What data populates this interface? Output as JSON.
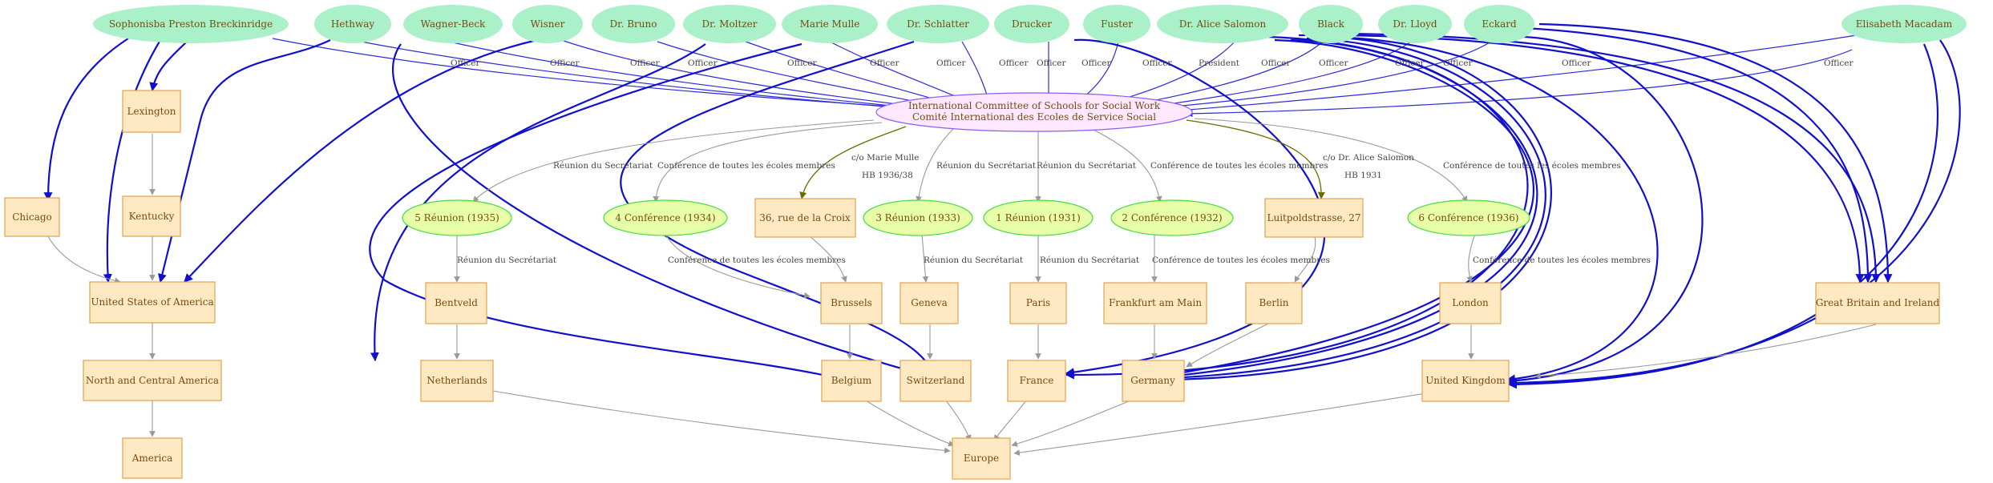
{
  "colors": {
    "person": "#aaf0c8",
    "event": "#e6ffa8",
    "place": "#ffe9c2",
    "org": "#fde8ff",
    "edge_officer": "#2a2ad8",
    "edge_place": "#999999",
    "edge_co": "#6b6b00"
  },
  "nodes": {
    "n_breck": {
      "label": "Sophonisba Preston Breckinridge",
      "kind": "person"
    },
    "n_hethway": {
      "label": "Hethway",
      "kind": "person"
    },
    "n_wagner": {
      "label": "Wagner-Beck",
      "kind": "person"
    },
    "n_wisner": {
      "label": "Wisner",
      "kind": "person"
    },
    "n_bruno": {
      "label": "Dr. Bruno",
      "kind": "person"
    },
    "n_moltzer": {
      "label": "Dr. Moltzer",
      "kind": "person"
    },
    "n_mulle": {
      "label": "Marie Mulle",
      "kind": "person"
    },
    "n_schlatter": {
      "label": "Dr. Schlatter",
      "kind": "person"
    },
    "n_drucker": {
      "label": "Drucker",
      "kind": "person"
    },
    "n_fuster": {
      "label": "Fuster",
      "kind": "person"
    },
    "n_salomon": {
      "label": "Dr. Alice Salomon",
      "kind": "person"
    },
    "n_black": {
      "label": "Black",
      "kind": "person"
    },
    "n_lloyd": {
      "label": "Dr. Lloyd",
      "kind": "person"
    },
    "n_eckard": {
      "label": "Eckard",
      "kind": "person"
    },
    "n_macadam": {
      "label": "Elisabeth Macadam",
      "kind": "person"
    },
    "n_icss": {
      "label": "International Committee of Schools for Social Work",
      "label2": "Comité International des Ecoles de Service Social",
      "kind": "org"
    },
    "n_chicago": {
      "label": "Chicago",
      "kind": "place"
    },
    "n_lexington": {
      "label": "Lexington",
      "kind": "place"
    },
    "n_kentucky": {
      "label": "Kentucky",
      "kind": "place"
    },
    "n_usa": {
      "label": "United States of America",
      "kind": "place"
    },
    "n_nca": {
      "label": "North and Central America",
      "kind": "place"
    },
    "n_america": {
      "label": "America",
      "kind": "place"
    },
    "n_r5": {
      "label": "5 Réunion (1935)",
      "kind": "event"
    },
    "n_c4": {
      "label": "4 Conférence (1934)",
      "kind": "event"
    },
    "n_croix": {
      "label": "36, rue de la Croix",
      "kind": "place"
    },
    "n_r3": {
      "label": "3 Réunion (1933)",
      "kind": "event"
    },
    "n_r1": {
      "label": "1 Réunion (1931)",
      "kind": "event"
    },
    "n_c2": {
      "label": "2 Conférence (1932)",
      "kind": "event"
    },
    "n_luitpold": {
      "label": "Luitpoldstrasse, 27",
      "kind": "place"
    },
    "n_c6": {
      "label": "6 Conférence (1936)",
      "kind": "event"
    },
    "n_bentveld": {
      "label": "Bentveld",
      "kind": "place"
    },
    "n_brussels": {
      "label": "Brussels",
      "kind": "place"
    },
    "n_geneva": {
      "label": "Geneva",
      "kind": "place"
    },
    "n_paris": {
      "label": "Paris",
      "kind": "place"
    },
    "n_frankfurt": {
      "label": "Frankfurt am Main",
      "kind": "place"
    },
    "n_berlin": {
      "label": "Berlin",
      "kind": "place"
    },
    "n_london": {
      "label": "London",
      "kind": "place"
    },
    "n_gbi": {
      "label": "Great Britain and Ireland",
      "kind": "place"
    },
    "n_netherlands": {
      "label": "Netherlands",
      "kind": "place"
    },
    "n_belgium": {
      "label": "Belgium",
      "kind": "place"
    },
    "n_switzerland": {
      "label": "Switzerland",
      "kind": "place"
    },
    "n_france": {
      "label": "France",
      "kind": "place"
    },
    "n_germany": {
      "label": "Germany",
      "kind": "place"
    },
    "n_uk": {
      "label": "United Kingdom",
      "kind": "place"
    },
    "n_europe": {
      "label": "Europe",
      "kind": "place"
    }
  },
  "edge_labels": {
    "officer": "Officer",
    "president": "President",
    "reunion": "Réunion du Secrétariat",
    "conference": "Conférence de toutes les écoles membres",
    "co_mulle": "c/o Marie Mulle",
    "hb_mulle": "HB 1936/38",
    "co_salomon": "c/o Dr. Alice Salomon",
    "hb_salomon": "HB 1931"
  }
}
